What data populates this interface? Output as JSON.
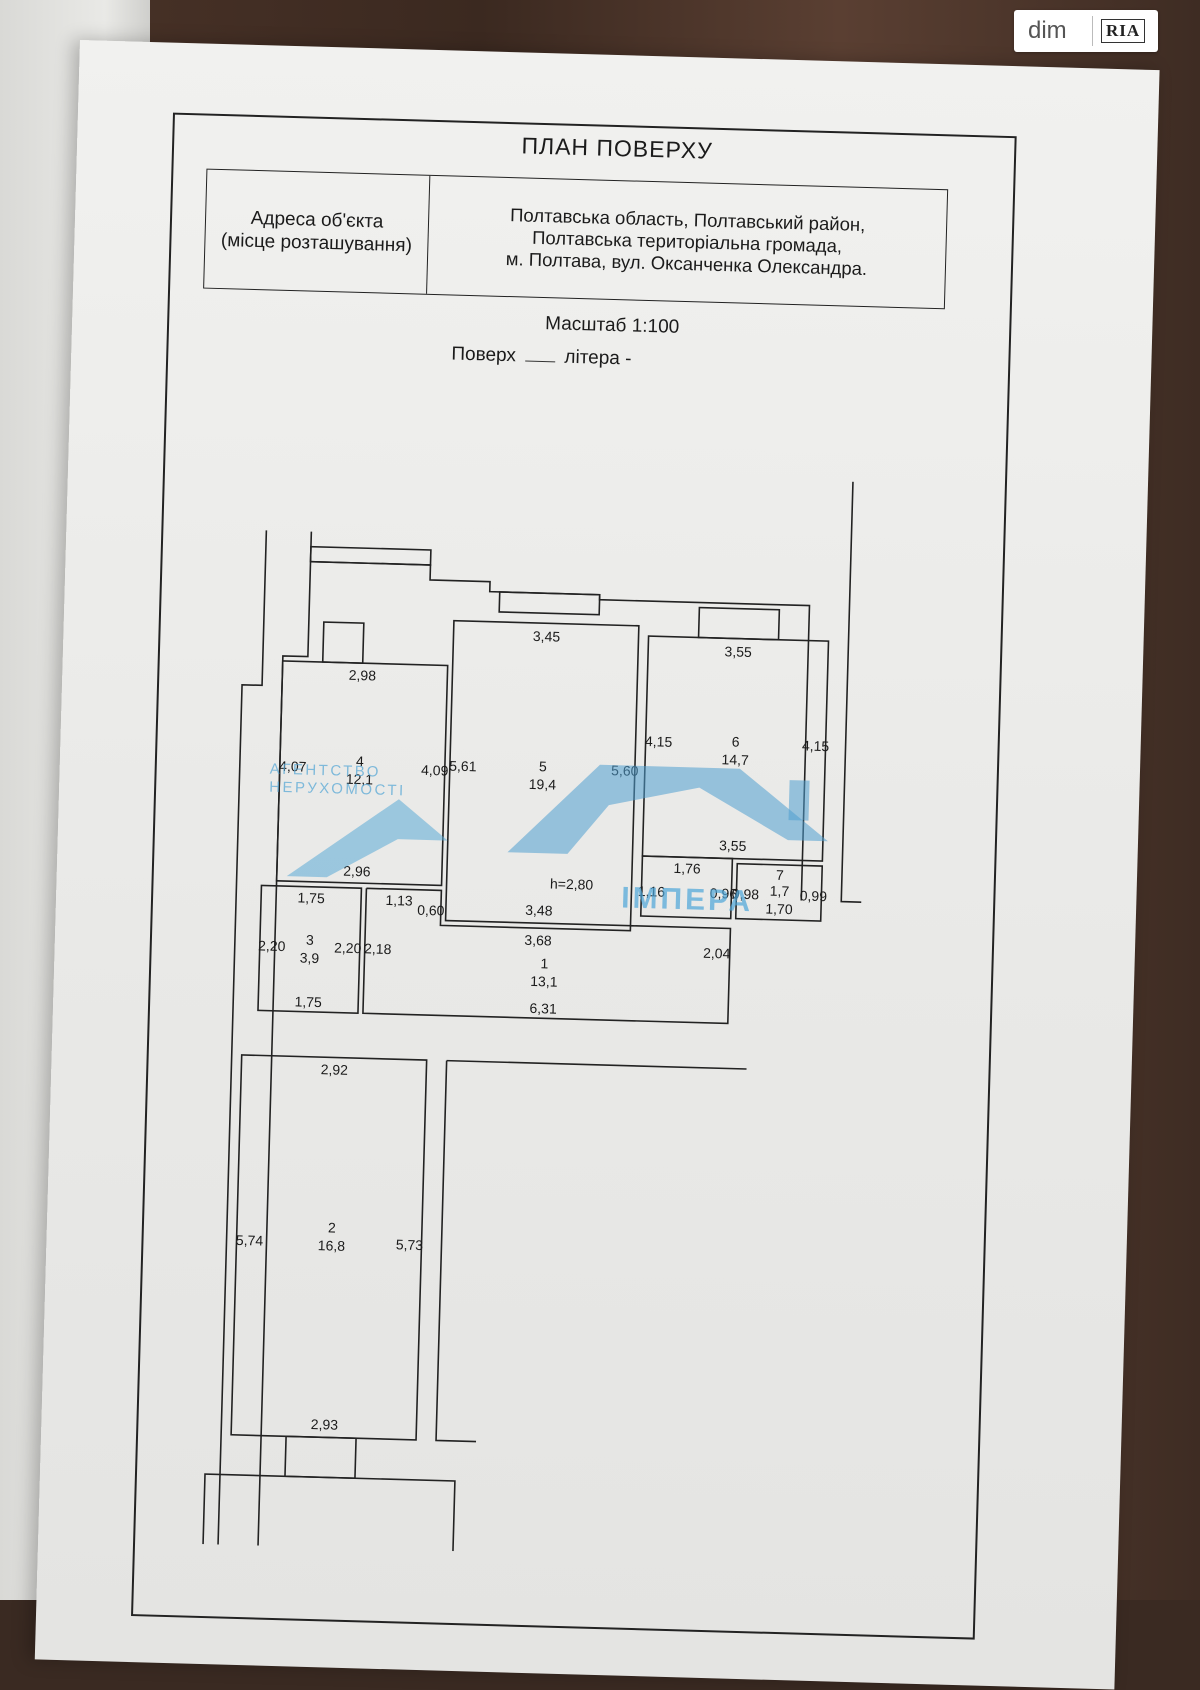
{
  "badge": {
    "left": "dim",
    "right": "RIA"
  },
  "document": {
    "title": "ПЛАН ПОВЕРХУ",
    "address_label": [
      "Адреса об'єкта",
      "(місце розташування)"
    ],
    "address_value": [
      "Полтавська область, Полтавський район,",
      "Полтавська територіальна громада,",
      "м. Полтава, вул. Оксанченка Олександра."
    ],
    "scale": "Масштаб 1:100",
    "floor_label": "Поверх",
    "letter_label": "літера",
    "letter_value": "-"
  },
  "watermark": {
    "line1": "АГЕНТСТВО",
    "line2": "НЕРУХОМОСТІ",
    "brand": "ІМПЕРА",
    "color": "#4da6d9"
  },
  "rooms": [
    {
      "id": "r1",
      "number": "1",
      "area": "13,1"
    },
    {
      "id": "r2",
      "number": "2",
      "area": "16,8"
    },
    {
      "id": "r3",
      "number": "3",
      "area": "3,9"
    },
    {
      "id": "r4",
      "number": "4",
      "area": "12,1"
    },
    {
      "id": "r5",
      "number": "5",
      "area": "19,4"
    },
    {
      "id": "r6",
      "number": "6",
      "area": "14,7"
    },
    {
      "id": "r7",
      "number": "7",
      "area": "1,7"
    }
  ],
  "ceiling_height": "h=2,80",
  "dimensions": {
    "r4_top": "2,98",
    "r4_bottom": "2,96",
    "r4_left": "4,07",
    "r4_right": "4,09",
    "r5_top": "3,45",
    "r5_bottom": "3,48",
    "r5_left": "5,61",
    "r5_right": "5,60",
    "r6_top": "3,55",
    "r6_bottom": "3,55",
    "r6_left": "4,15",
    "r6_right": "4,15",
    "r7_left": "0,98",
    "r7_right": "0,99",
    "r7_bottom": "1,70",
    "wc_top": "1,76",
    "wc_left": "1,16",
    "wc_right": "0,96",
    "r3_top": "1,75",
    "r3_bottom": "1,75",
    "r3_left": "2,20",
    "r3_right": "2,20",
    "r1_small_top": "1,13",
    "r1_small_side": "0,60",
    "r1_top": "3,68",
    "r1_left": "2,18",
    "r1_right": "2,04",
    "r1_bottom": "6,31",
    "r2_top": "2,92",
    "r2_bottom": "2,93",
    "r2_left": "5,74",
    "r2_right": "5,73"
  }
}
